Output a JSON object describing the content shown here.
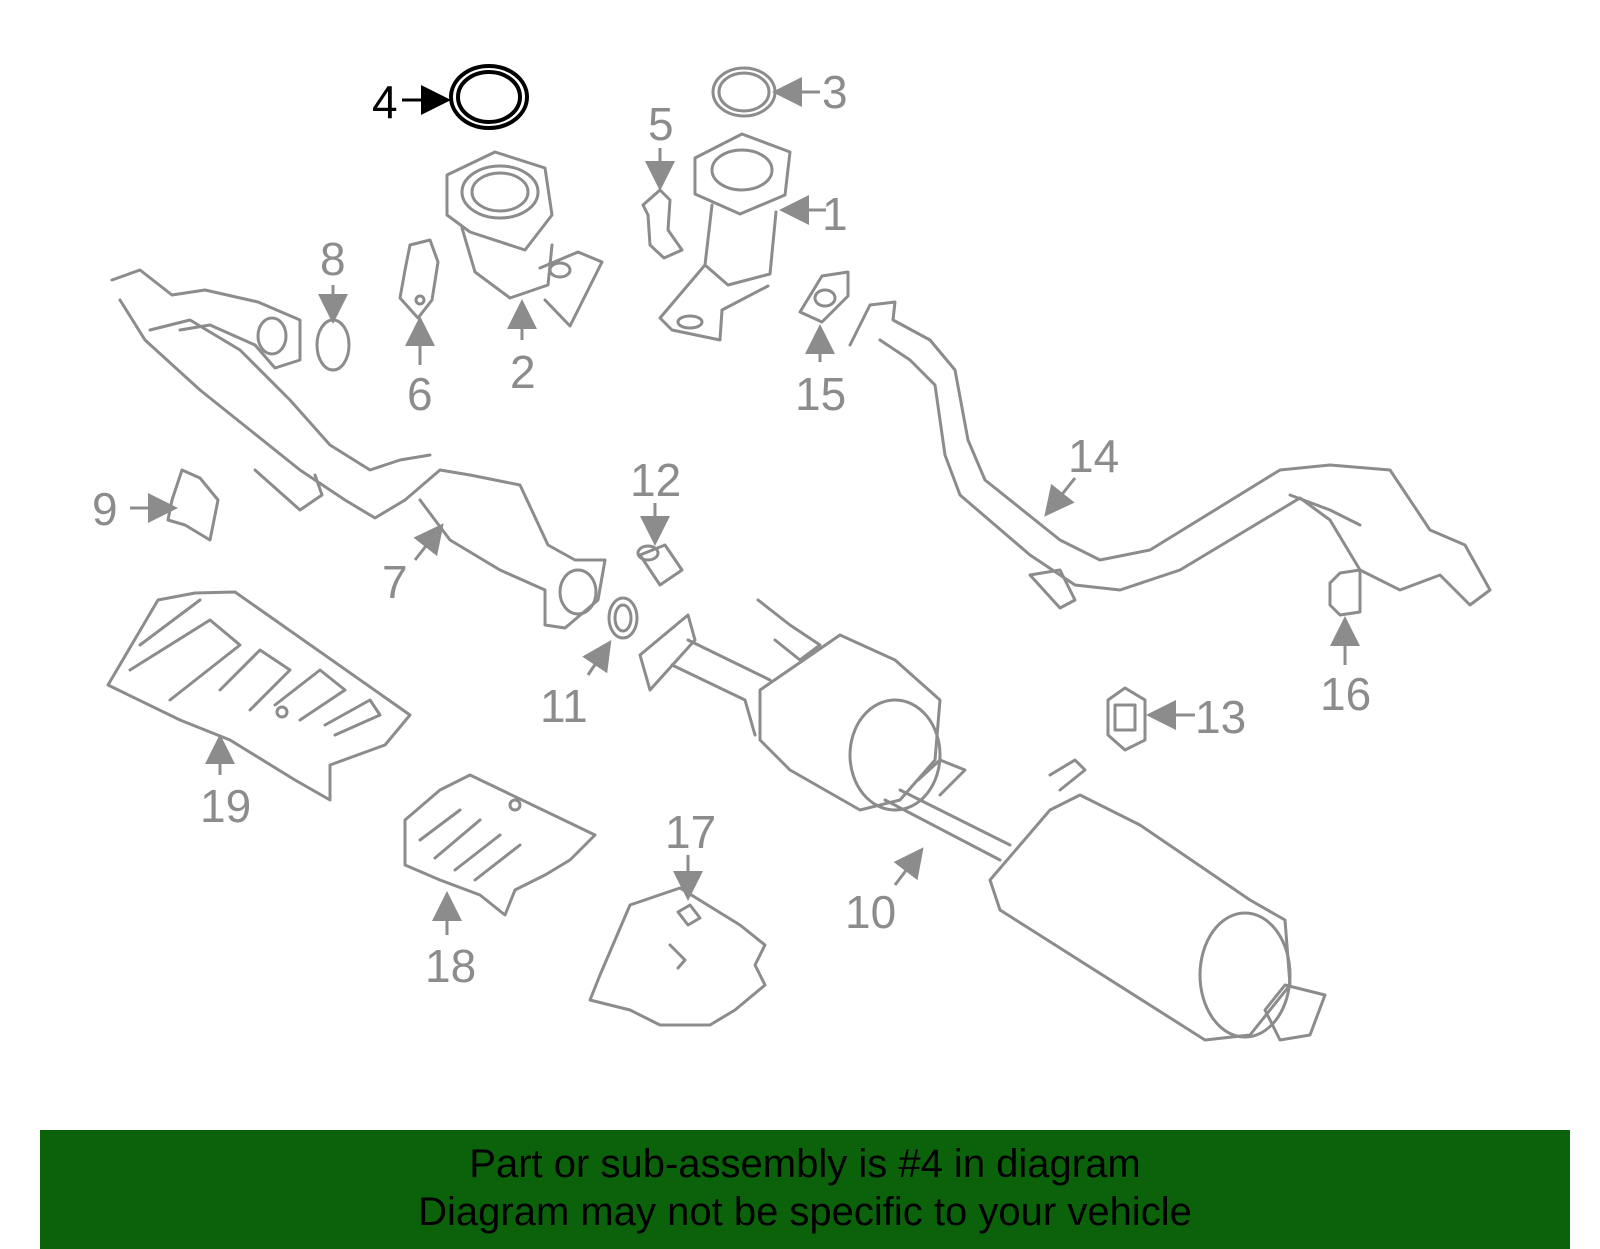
{
  "diagram": {
    "highlighted_part": "4",
    "callouts": [
      "1",
      "2",
      "3",
      "4",
      "5",
      "6",
      "7",
      "8",
      "9",
      "10",
      "11",
      "12",
      "13",
      "14",
      "15",
      "16",
      "17",
      "18",
      "19"
    ]
  },
  "banner": {
    "line1": "Part or sub-assembly is #4 in diagram",
    "line2": "Diagram may not be specific to your vehicle",
    "background_color": "#0b620b"
  },
  "colors": {
    "part_stroke": "#8c8c8c",
    "highlight_stroke": "#000000"
  }
}
